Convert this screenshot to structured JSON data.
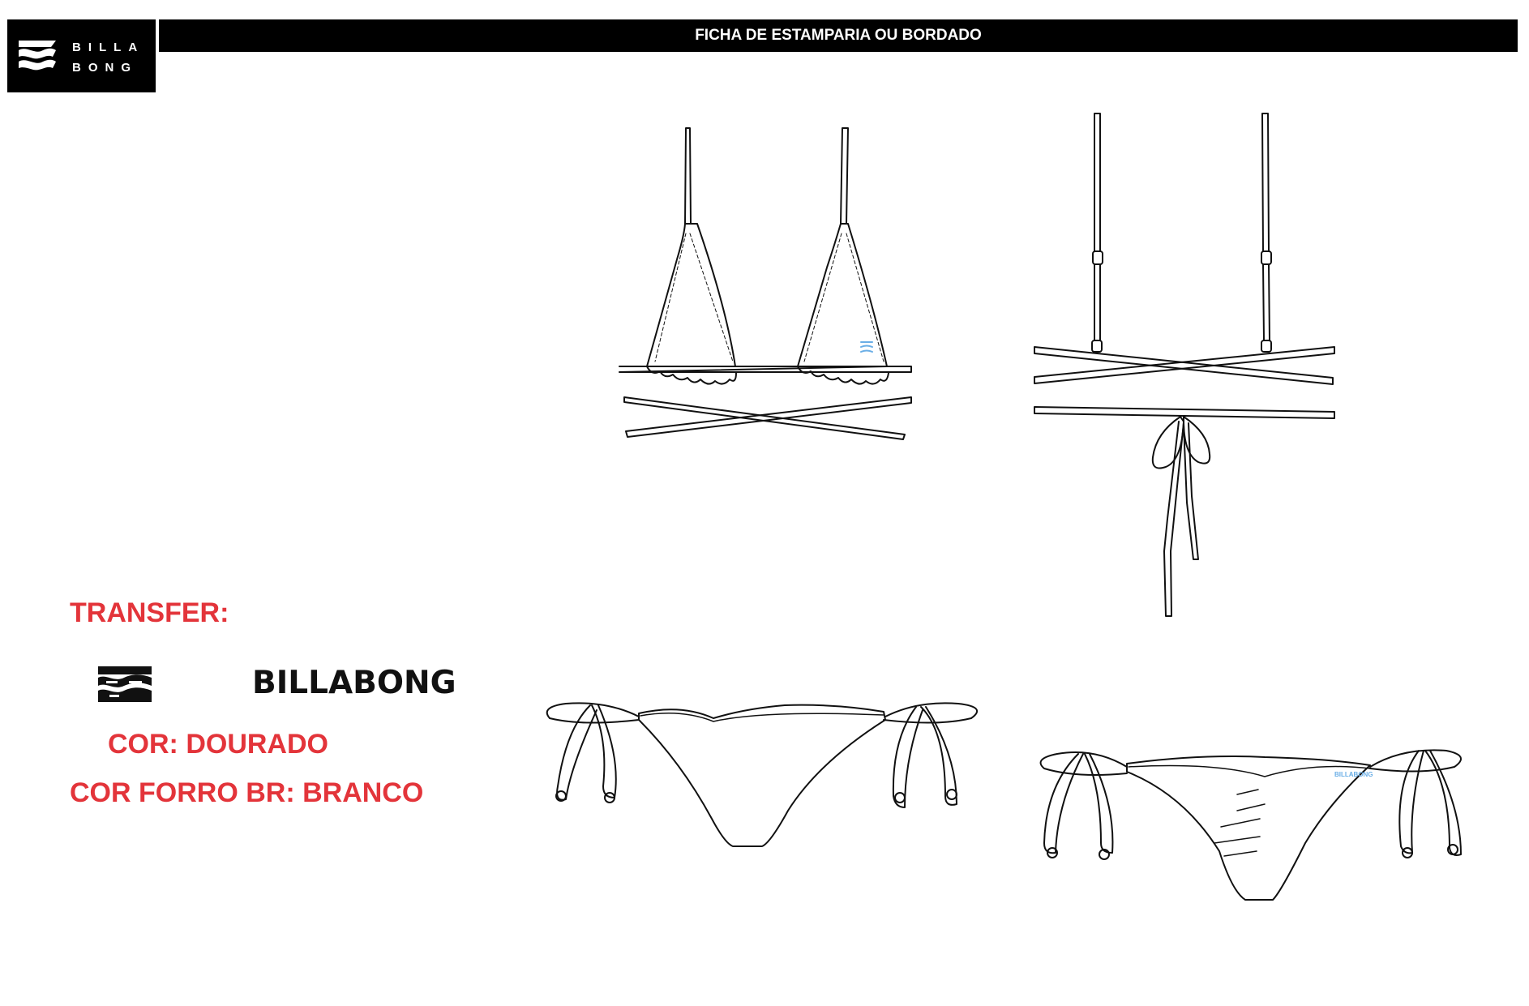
{
  "header": {
    "brand_line1": "BILLA",
    "brand_line2": "BONG",
    "title": "FICHA DE ESTAMPARIA OU BORDADO"
  },
  "transfer": {
    "label": "TRANSFER:",
    "wordmark": "BILLABONG",
    "icon": "billabong-wave-icon"
  },
  "details": {
    "cor": "COR: DOURADO",
    "cor_forro": "COR FORRO BR: BRANCO"
  },
  "sketch_labels": {
    "back_bottom_tag": "BILLABONG"
  },
  "colors": {
    "accent_red": "#e3343a",
    "logo_blue": "#6aaee6",
    "header_black": "#000000"
  }
}
